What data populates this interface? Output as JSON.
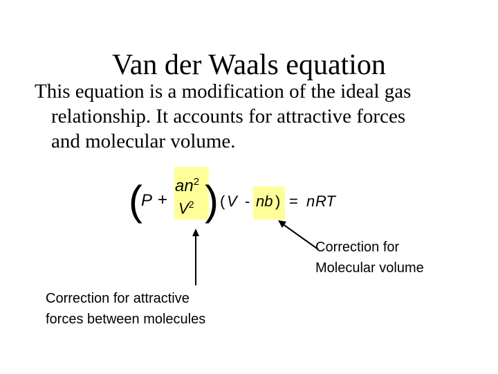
{
  "slide": {
    "title": "Van der Waals equation",
    "body_lines": [
      "This equation is a modification of the ideal gas",
      "relationship.  It accounts for attractive forces",
      "and molecular volume."
    ]
  },
  "equation": {
    "open_paren": "(",
    "P": "P",
    "plus": "+",
    "an": "an",
    "sup_numerator": "2",
    "V": "V",
    "sup_denominator": "2",
    "close_paren": ")",
    "open_paren2": "(",
    "V2": "V",
    "minus": "-",
    "nb": "nb",
    "close_paren2": ")",
    "equals": "=",
    "n": "n",
    "RT": "RT"
  },
  "annotations": {
    "attractive_line1": "Correction for attractive",
    "attractive_line2": "forces between molecules",
    "volume_line1": "Correction for",
    "volume_line2": "Molecular volume"
  },
  "colors": {
    "highlight": "#ffff99",
    "text": "#000000",
    "background": "#ffffff"
  }
}
